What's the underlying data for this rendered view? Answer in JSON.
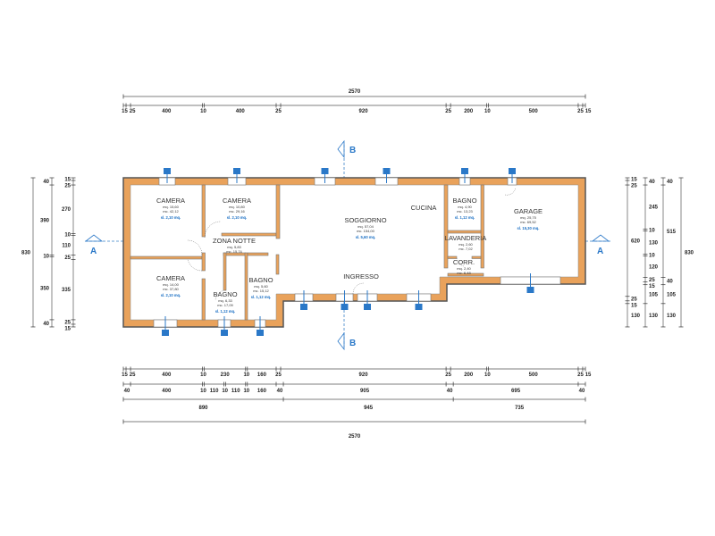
{
  "title": "Pianta piano terra",
  "dimensions": {
    "top": [
      {
        "values": [
          2570
        ]
      },
      {
        "values": [
          15,
          25,
          400,
          10,
          400,
          25,
          920,
          25,
          200,
          10,
          500,
          25,
          15
        ]
      }
    ],
    "bottom": [
      {
        "values": [
          15,
          25,
          400,
          10,
          230,
          10,
          160,
          25,
          920,
          25,
          200,
          10,
          500,
          25,
          15
        ]
      },
      {
        "values": [
          40,
          400,
          10,
          110,
          10,
          110,
          10,
          160,
          40,
          905,
          40,
          695,
          40
        ]
      },
      {
        "values": [
          890,
          945,
          735
        ]
      },
      {
        "values": [
          2570
        ]
      }
    ],
    "left": [
      {
        "values": [
          830
        ]
      },
      {
        "values": [
          40,
          390,
          10,
          350,
          40
        ]
      },
      {
        "values": [
          15,
          25,
          270,
          10,
          110,
          25,
          335,
          25,
          15
        ]
      }
    ],
    "right": [
      {
        "values": [
          15,
          25,
          620,
          25,
          15,
          130
        ]
      },
      {
        "values": [
          40,
          245,
          10,
          130,
          10,
          120,
          25,
          15,
          105,
          130
        ]
      },
      {
        "values": [
          40,
          515,
          40,
          105,
          130
        ]
      },
      {
        "values": [
          830
        ]
      }
    ]
  },
  "sections": {
    "a": "A",
    "b": "B"
  },
  "rooms": [
    {
      "name": "CAMERA",
      "mq": "mq. 15,60",
      "mc": "mc. 42,12",
      "sl": "sl. 2,10 mq."
    },
    {
      "name": "CAMERA",
      "mq": "mq. 10,80",
      "mc": "mc. 29,16",
      "sl": "sl. 2,10 mq."
    },
    {
      "name": "ZONA  NOTTE",
      "mq": "mq. 5,83",
      "mc": "mc. 15,74"
    },
    {
      "name": "CAMERA",
      "mq": "mq. 14,00",
      "mc": "mc. 37,80",
      "sl": "sl. 2,10 mq."
    },
    {
      "name": "BAGNO",
      "mq": "mq. 6,33",
      "mc": "mc. 17,09",
      "sl": "sl. 1,12 mq."
    },
    {
      "name": "BAGNO",
      "mq": "mq. 5,60",
      "mc": "mc. 15,12",
      "sl": "sl. 1,12 mq."
    },
    {
      "name": "SOGGIORNO",
      "mq": "mq. 57,04",
      "mc": "mc. 154,00",
      "sl": "sl. 5,60 mq."
    },
    {
      "name": "CUCINA"
    },
    {
      "name": "INGRESSO"
    },
    {
      "name": "BAGNO",
      "mq": "mq. 4,90",
      "mc": "mc. 13,23",
      "sl": "sl. 1,12 mq."
    },
    {
      "name": "LAVANDERIA",
      "mq": "mq. 2,60",
      "mc": "mc. 7,02"
    },
    {
      "name": "CORR.",
      "mq": "mq. 2,40",
      "mc": "mc. 6,48"
    },
    {
      "name": "GARAGE",
      "mq": "mq. 25,75",
      "mc": "mc. 69,52",
      "sl": "sl. 15,30 mq."
    }
  ],
  "colors": {
    "wall": "#e9a25b",
    "marker": "#2a78c8"
  }
}
